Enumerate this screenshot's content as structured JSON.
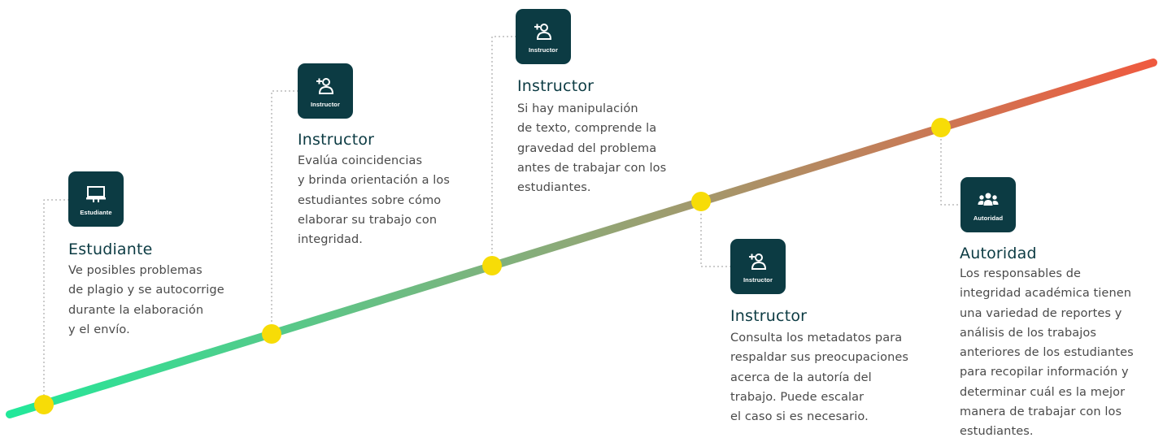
{
  "colors": {
    "line_start": "#22e89a",
    "line_mid": "#8fa877",
    "line_end": "#ef5a3f",
    "milestone": "#f7dc07",
    "badge_bg": "#0c3b43",
    "title": "#0c3b43",
    "text": "#4a4a4a",
    "connector": "#9a9a9a"
  },
  "steps": [
    {
      "badge_label": "Estudiante",
      "icon": "presentation-board-icon",
      "title": "Estudiante",
      "description": "Ve posibles problemas\nde plagio y se autocorrige\ndurante la elaboración\ny el envío."
    },
    {
      "badge_label": "Instructor",
      "icon": "instructor-icon",
      "title": "Instructor",
      "description": "Evalúa coincidencias\ny brinda orientación a los\nestudiantes sobre cómo\nelaborar su trabajo con\nintegridad."
    },
    {
      "badge_label": "Instructor",
      "icon": "instructor-icon",
      "title": "Instructor",
      "description": "Si hay manipulación\nde texto, comprende la\ngravedad del problema\nantes de trabajar con los\nestudiantes."
    },
    {
      "badge_label": "Instructor",
      "icon": "instructor-icon",
      "title": "Instructor",
      "description": "Consulta los metadatos para\nrespaldar sus preocupaciones\nacerca de la autoría del\ntrabajo. Puede escalar\nel caso si es necesario."
    },
    {
      "badge_label": "Autoridad",
      "icon": "group-icon",
      "title": "Autoridad",
      "description": "Los responsables de\nintegridad académica tienen\nuna variedad de reportes y\nanálisis de los trabajos\nanteriores de los estudiantes\npara recopilar información y\ndeterminar cuál es la mejor\nmanera de trabajar con los\nestudiantes."
    }
  ]
}
